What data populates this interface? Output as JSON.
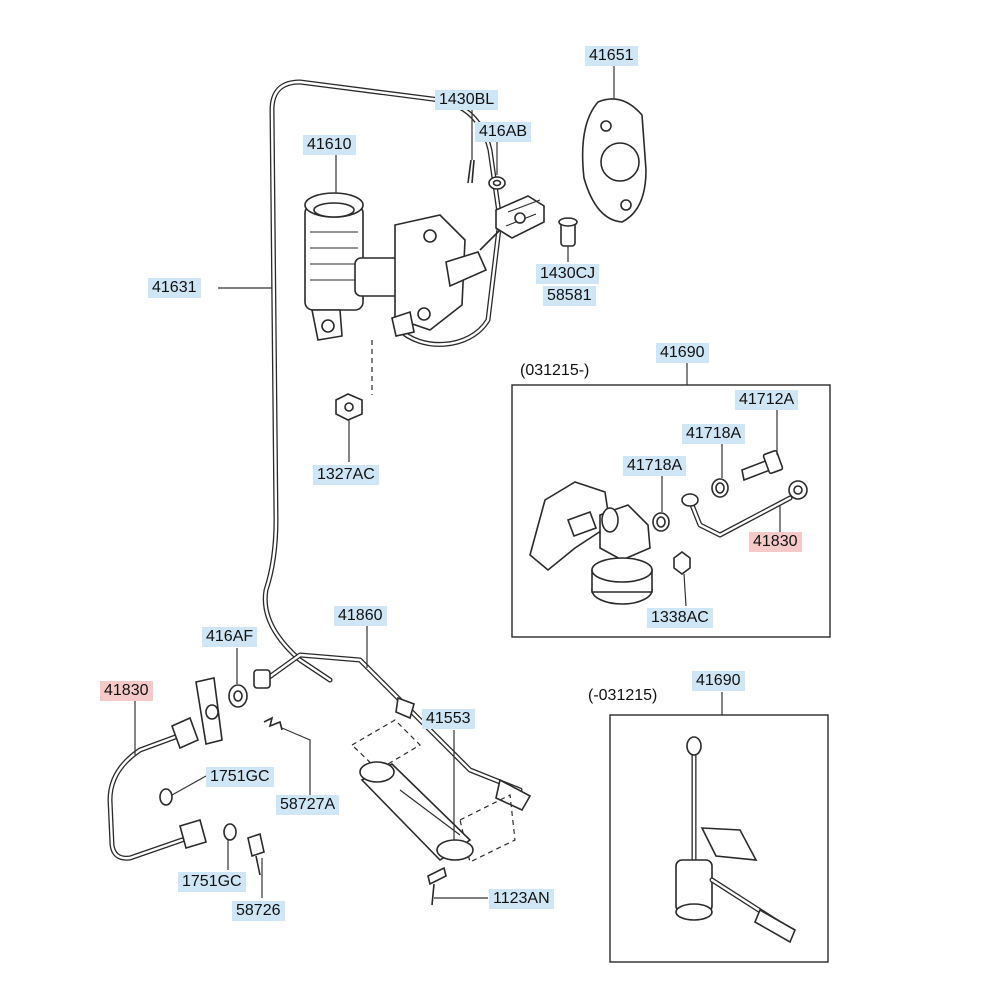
{
  "labels": {
    "p41651": "41651",
    "p1430BL": "1430BL",
    "p416AB": "416AB",
    "p41610": "41610",
    "p41631": "41631",
    "p1430CJ": "1430CJ",
    "p58581": "58581",
    "p1327AC": "1327AC",
    "p41690_top": "41690",
    "range_new": "(031215-)",
    "p41712A": "41712A",
    "p41718A_a": "41718A",
    "p41718A_b": "41718A",
    "p41830_right": "41830",
    "p1338AC": "1338AC",
    "p41860": "41860",
    "p416AF": "416AF",
    "p41830_left": "41830",
    "p41553": "41553",
    "p1751GC_a": "1751GC",
    "p58727A": "58727A",
    "p1751GC_b": "1751GC",
    "p58726": "58726",
    "p1123AN": "1123AN",
    "p41690_bottom": "41690",
    "range_old": "(-031215)"
  },
  "colors": {
    "label_bg_blue": "#cfe6f6",
    "label_bg_red": "#f6c9c9",
    "line": "#2a2a2a"
  }
}
